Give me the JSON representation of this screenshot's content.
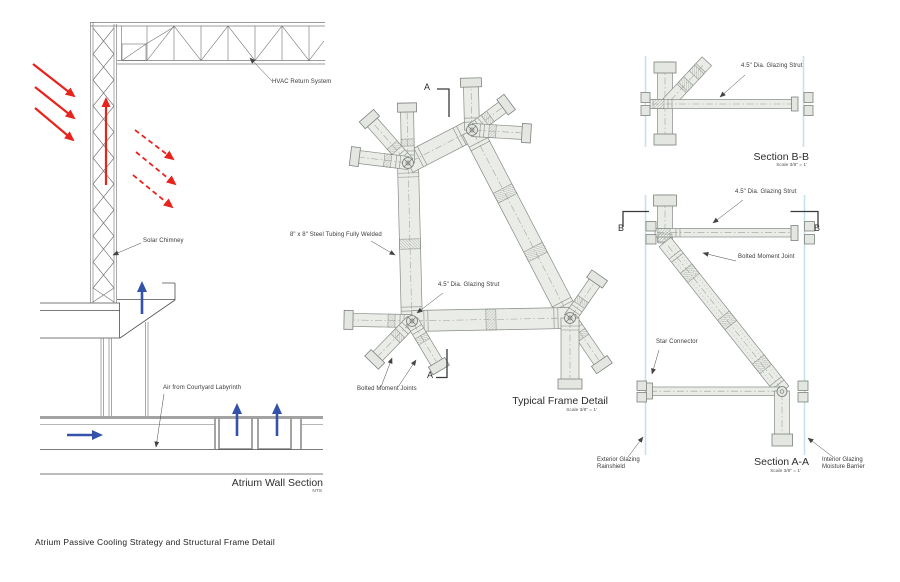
{
  "sheet": {
    "title": "Atrium Passive Cooling Strategy and Structural Frame Detail"
  },
  "colors": {
    "sun_arrow_red": "#e8231c",
    "airflow_blue": "#3452a9",
    "glazing_blue": "#c5e2ec",
    "member_fill": "#eaece7",
    "line_dark": "#4f4f4f"
  },
  "wall_section": {
    "title": "Atrium Wall Section",
    "scale": "NTS",
    "labels": {
      "hvac": "HVAC Return System",
      "solar_chimney": "Solar Chimney",
      "air": "Air from Courtyard Labyrinth"
    }
  },
  "frame_detail": {
    "title": "Typical Frame Detail",
    "scale": "Scale 3/8\" = 1'",
    "section_marker": "A",
    "labels": {
      "steel_tubing": "8\" x 8\" Steel Tubing Fully Welded",
      "glazing_strut": "4.5\" Dia. Glazing Strut",
      "bolted_joints": "Bolted Moment Joints"
    }
  },
  "section_bb": {
    "title": "Section B-B",
    "scale": "Scale 3/8\" = 1'",
    "labels": {
      "glazing_strut": "4.5\" Dia. Glazing Strut"
    }
  },
  "section_aa": {
    "title": "Section A-A",
    "scale": "Scale 3/8\" = 1'",
    "section_marker": "B",
    "labels": {
      "glazing_strut": "4.5\" Dia. Glazing Strut",
      "bolted_joint": "Bolted Moment Joint",
      "star_connector": "Star Connector",
      "exterior_line1": "Exterior Glazing",
      "exterior_line2": "Rainshield",
      "interior_line1": "Interior Glazing",
      "interior_line2": "Moisture Barrier"
    }
  }
}
